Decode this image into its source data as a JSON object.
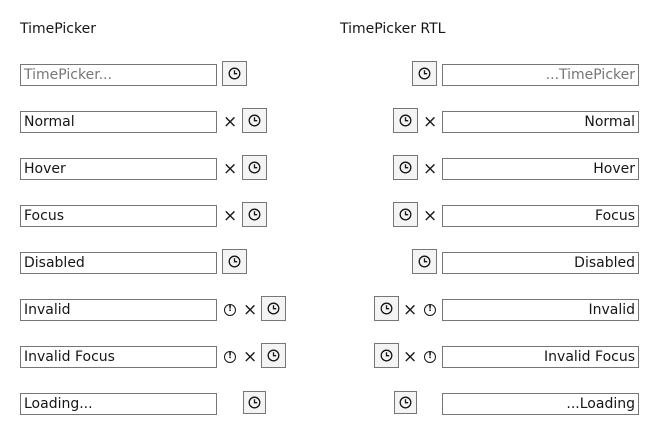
{
  "ltr": {
    "title": "TimePicker",
    "placeholder": "TimePicker...",
    "normal": "Normal",
    "hover": "Hover",
    "focus": "Focus",
    "disabled": "Disabled",
    "invalid": "Invalid",
    "invalid_focus": "Invalid Focus",
    "loading": "Loading..."
  },
  "rtl": {
    "title": "TimePicker RTL",
    "placeholder": "...TimePicker",
    "normal": "Normal",
    "hover": "Hover",
    "focus": "Focus",
    "disabled": "Disabled",
    "invalid": "Invalid",
    "invalid_focus": "Invalid Focus",
    "loading": "...Loading"
  },
  "icons": {
    "clear": "×",
    "error": "!",
    "clock": "clock-icon"
  }
}
